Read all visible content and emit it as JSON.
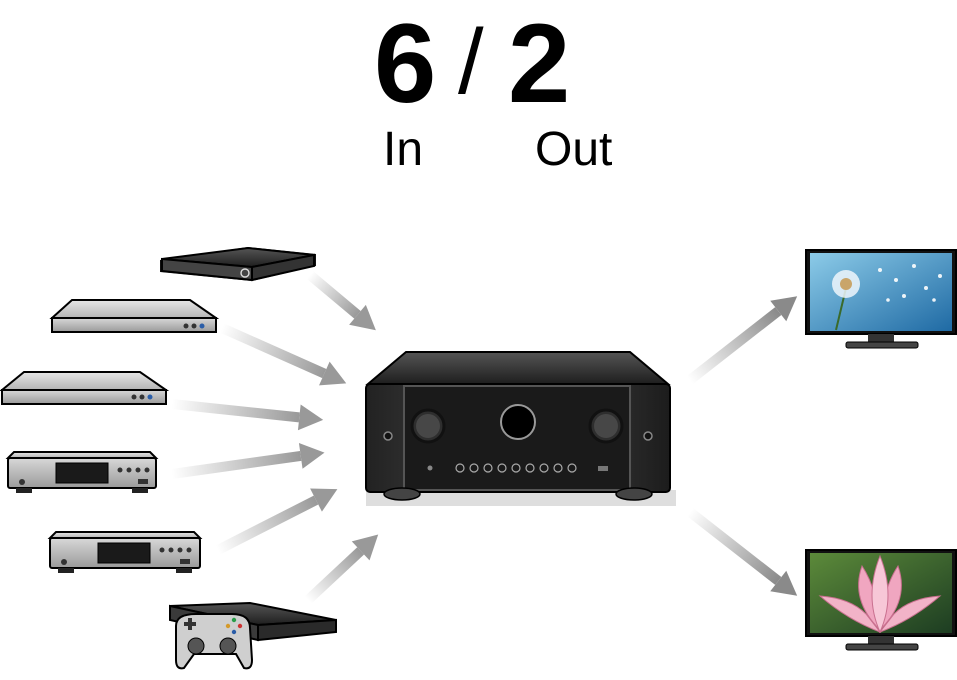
{
  "header": {
    "inputs_count": "6",
    "separator": "/",
    "outputs_count": "2",
    "inputs_label": "In",
    "outputs_label": "Out"
  },
  "sources": [
    {
      "icon": "streaming-box-icon"
    },
    {
      "icon": "bluray-player-icon"
    },
    {
      "icon": "dvd-player-icon"
    },
    {
      "icon": "cd-player-icon"
    },
    {
      "icon": "cd-player-icon"
    },
    {
      "icon": "game-console-icon"
    }
  ],
  "hub": {
    "icon": "av-receiver-icon"
  },
  "outputs": [
    {
      "icon": "tv-dandelion-icon"
    },
    {
      "icon": "tv-flower-icon"
    }
  ],
  "colors": {
    "text": "#000000",
    "arrow": "#9a9a9a",
    "device_dark": "#2a2a2a",
    "device_silver": "#c8c8c8",
    "tv_sky": "#2f7fb5",
    "tv_flower_bg": "#2d5a2e",
    "flower_pink": "#f0a6c0"
  }
}
